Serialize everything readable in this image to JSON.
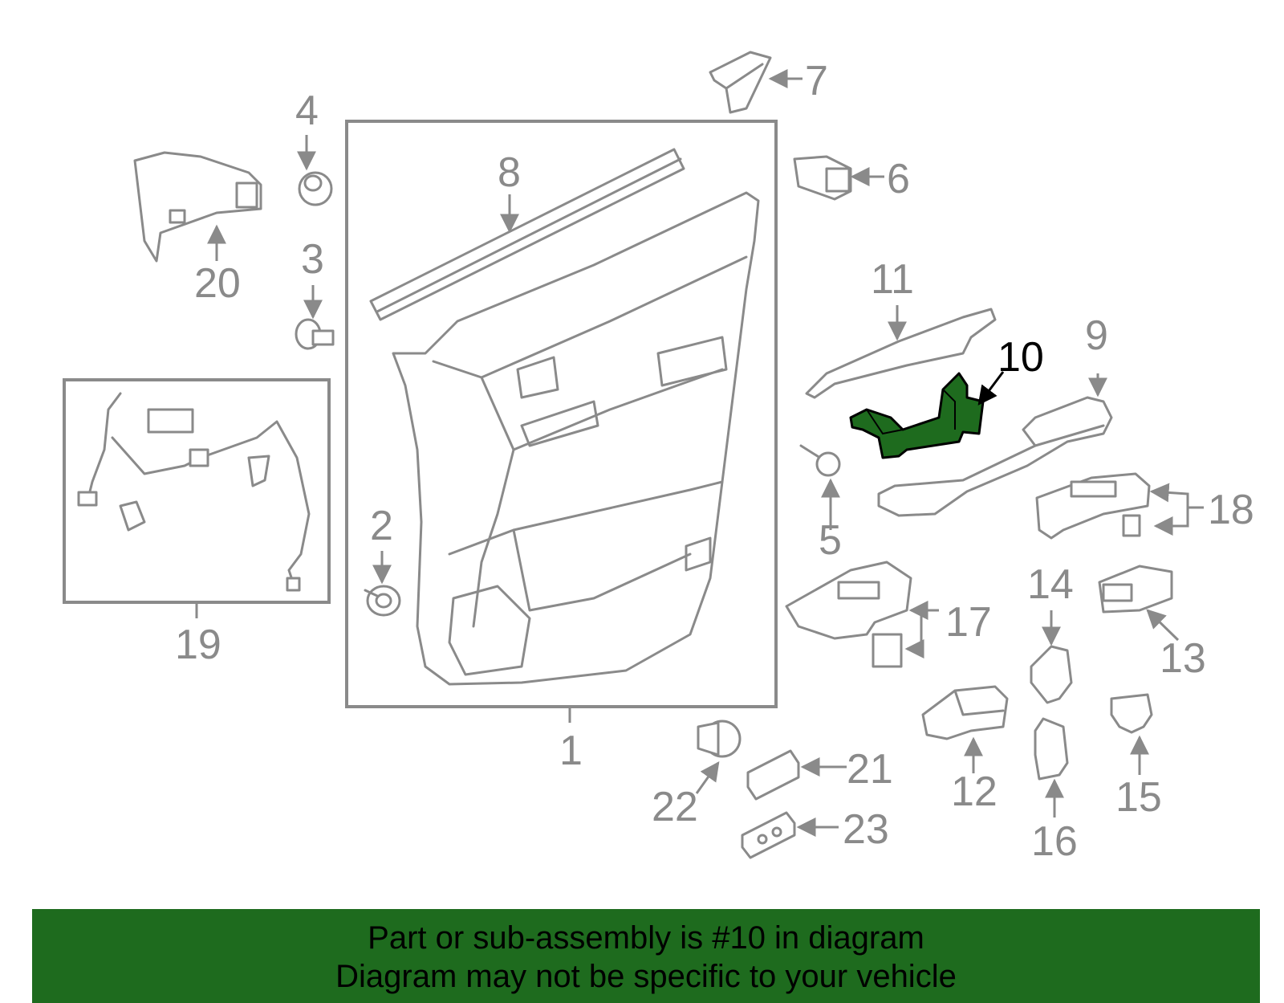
{
  "callouts": [
    {
      "label": "1",
      "part": "door-panel"
    },
    {
      "label": "2",
      "part": "clip"
    },
    {
      "label": "3",
      "part": "clip"
    },
    {
      "label": "4",
      "part": "clip"
    },
    {
      "label": "5",
      "part": "screw"
    },
    {
      "label": "6",
      "part": "switch"
    },
    {
      "label": "7",
      "part": "bracket"
    },
    {
      "label": "8",
      "part": "weatherstrip"
    },
    {
      "label": "9",
      "part": "armrest"
    },
    {
      "label": "10",
      "part": "armrest-bracket",
      "highlighted": true
    },
    {
      "label": "11",
      "part": "garnish"
    },
    {
      "label": "12",
      "part": "switch"
    },
    {
      "label": "13",
      "part": "switch"
    },
    {
      "label": "14",
      "part": "switch"
    },
    {
      "label": "15",
      "part": "socket"
    },
    {
      "label": "16",
      "part": "switch"
    },
    {
      "label": "17",
      "part": "switch-panel"
    },
    {
      "label": "18",
      "part": "switch-panel"
    },
    {
      "label": "19",
      "part": "wire-harness"
    },
    {
      "label": "20",
      "part": "speaker-bracket"
    },
    {
      "label": "21",
      "part": "pad"
    },
    {
      "label": "22",
      "part": "bulb"
    },
    {
      "label": "23",
      "part": "pad"
    }
  ],
  "highlight_color": "#1e6b1e",
  "banner": {
    "line1": "Part or sub-assembly is #10 in diagram",
    "line2": "Diagram may not be specific to your vehicle",
    "background": "#1e6b1e"
  }
}
